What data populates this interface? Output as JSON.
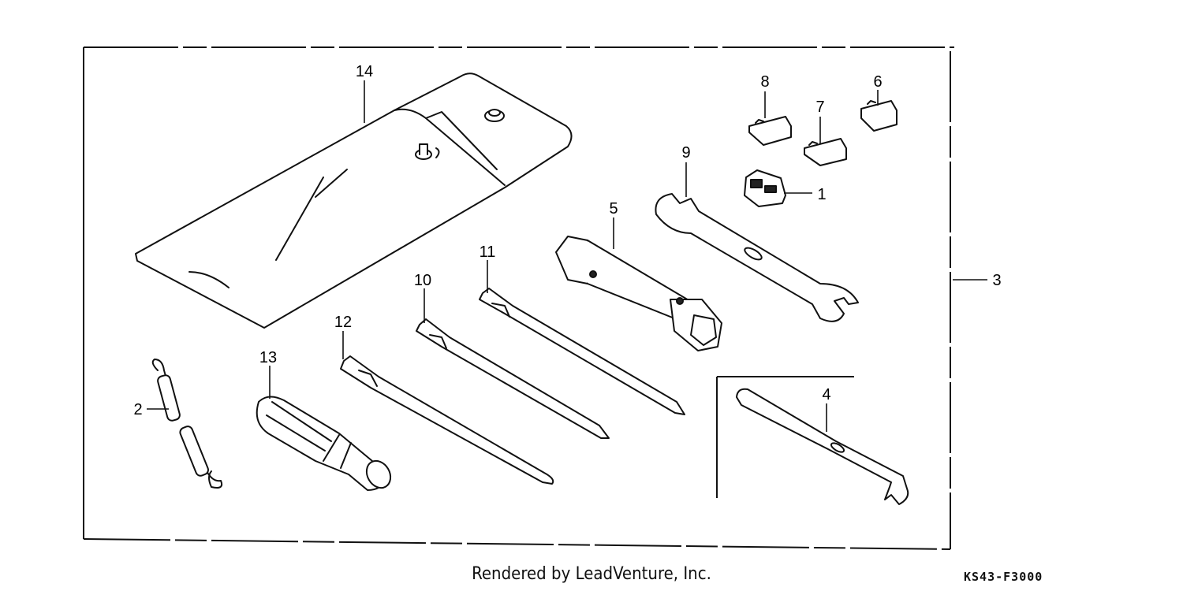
{
  "parts": [
    {
      "id": "callout-1",
      "label": "1",
      "name": "fuse-clip"
    },
    {
      "id": "callout-2",
      "label": "2",
      "name": "helmet-holder-cable"
    },
    {
      "id": "callout-3",
      "label": "3",
      "name": "tool-set"
    },
    {
      "id": "callout-4",
      "label": "4",
      "name": "pin-spanner"
    },
    {
      "id": "callout-5",
      "label": "5",
      "name": "spark-plug-wrench"
    },
    {
      "id": "callout-6",
      "label": "6",
      "name": "fuse-a"
    },
    {
      "id": "callout-7",
      "label": "7",
      "name": "fuse-b"
    },
    {
      "id": "callout-8",
      "label": "8",
      "name": "fuse-c"
    },
    {
      "id": "callout-9",
      "label": "9",
      "name": "open-end-wrench"
    },
    {
      "id": "callout-10",
      "label": "10",
      "name": "screwdriver-bit-a"
    },
    {
      "id": "callout-11",
      "label": "11",
      "name": "screwdriver-bit-b"
    },
    {
      "id": "callout-12",
      "label": "12",
      "name": "screwdriver-bit-c"
    },
    {
      "id": "callout-13",
      "label": "13",
      "name": "screwdriver-handle"
    },
    {
      "id": "callout-14",
      "label": "14",
      "name": "tool-bag"
    }
  ],
  "footer": {
    "credit": "Rendered by LeadVenture, Inc.",
    "code": "KS43-F3000"
  }
}
